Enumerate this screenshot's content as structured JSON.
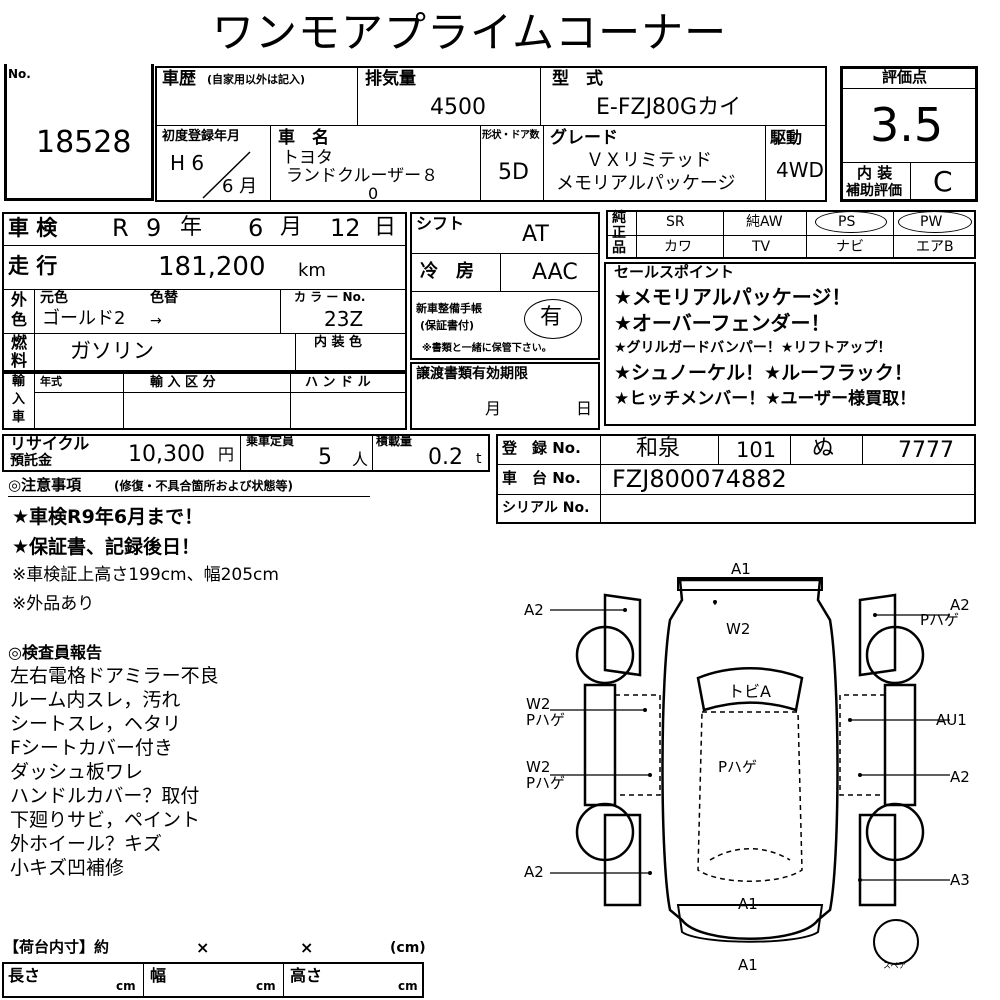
{
  "title": "ワンモアプライムコーナー",
  "header": {
    "no_label": "No.",
    "lot_number": "18528",
    "history_label": "車歴",
    "history_note": "(自家用以外は記入)",
    "displacement_label": "排気量",
    "displacement": "4500",
    "model_label": "型　式",
    "model_code": "E-FZJ80Gカイ",
    "first_reg_label": "初度登録年月",
    "first_reg_year": "H 6",
    "first_reg_month": "6 月",
    "car_name_label": "車　名",
    "maker": "トヨタ",
    "car_name_line1": "ランドクルーザー８",
    "car_name_line2": "0",
    "doors_label": "形状・ドア数",
    "doors": "5D",
    "grade_label": "グレード",
    "grade_line1": "ＶＸリミテッド",
    "grade_line2": "メモリアルパッケージ",
    "drive_label": "駆動",
    "drive": "4WD"
  },
  "evaluation": {
    "label": "評価点",
    "score": "3.5",
    "interior_label_1": "内 装",
    "interior_label_2": "補助評価",
    "interior": "C"
  },
  "inspection": {
    "label": "車 検",
    "era": "R",
    "year": "9",
    "year_unit": "年",
    "month": "6",
    "month_unit": "月",
    "day": "12",
    "day_unit": "日"
  },
  "shift": {
    "label": "シフト",
    "value": "AT"
  },
  "ac": {
    "label": "冷　房",
    "value": "AAC"
  },
  "mileage": {
    "label": "走 行",
    "value": "181,200",
    "unit": "km"
  },
  "color": {
    "side_label_1": "外",
    "side_label_2": "色",
    "original_label": "元色",
    "changed_label": "色替",
    "color_no_label": "カ ラ ー No.",
    "original_color": "ゴールド2",
    "arrow": "→",
    "color_no": "23Z"
  },
  "fuel": {
    "side_label_1": "燃",
    "side_label_2": "料",
    "value": "ガソリン",
    "interior_color_label": "内 装 色"
  },
  "manual": {
    "label_1": "新車整備手帳",
    "label_2": "(保証書付)",
    "value": "有",
    "note": "※書類と一緒に保管下さい。"
  },
  "import": {
    "side_label": "輸入車",
    "year_label": "年式",
    "division_label": "輸 入 区 分",
    "handle_label": "ハ ン ド ル"
  },
  "transfer": {
    "label": "譲渡書類有効期限",
    "month": "月",
    "day": "日"
  },
  "recycle": {
    "label_1": "リサイクル",
    "label_2": "預託金",
    "value": "10,300",
    "unit": "円",
    "capacity_label": "乗車定員",
    "capacity": "5",
    "capacity_unit": "人",
    "load_label": "積載量",
    "load": "0.2",
    "load_unit": "t"
  },
  "registration": {
    "reg_label": "登　録 No.",
    "reg_area": "和泉",
    "reg_class": "101",
    "reg_kana": "ぬ",
    "reg_number": "7777",
    "chassis_label": "車　台 No.",
    "chassis": "FZJ800074882",
    "serial_label": "シリアル No."
  },
  "equipment": {
    "side_label_1": "純",
    "side_label_2": "正",
    "side_label_3": "品",
    "row1": [
      "SR",
      "純AW",
      "PS",
      "PW"
    ],
    "row2": [
      "カワ",
      "TV",
      "ナビ",
      "エアB"
    ],
    "circled": [
      "PS",
      "PW"
    ]
  },
  "sales_points": {
    "label": "セールスポイント",
    "items": [
      "★メモリアルパッケージ！",
      "★オーバーフェンダー！",
      "★グリルガードバンパー！★リフトアップ！",
      "★シュノーケル！★ルーフラック！",
      "★ヒッチメンバー！★ユーザー様買取！"
    ]
  },
  "notes": {
    "label": "◎注意事項",
    "label_sub": "(修復・不具合箇所および状態等)",
    "items": [
      "★車検R9年6月まで！",
      "★保証書、記録後日！",
      "※車検証上高さ199cm、幅205cm",
      "※外品あり"
    ]
  },
  "inspector": {
    "label": "◎検査員報告",
    "items": [
      "左右電格ドアミラー不良",
      "ルーム内スレ，汚れ",
      "シートスレ，ヘタリ",
      "Fシートカバー付き",
      "ダッシュ板ワレ",
      "ハンドルカバー？取付",
      "下廻りサビ，ペイント",
      "外ホイール？キズ",
      "小キズ凹補修"
    ]
  },
  "cargo": {
    "label": "【荷台内寸】約",
    "x1": "×",
    "x2": "×",
    "unit": "(cm)",
    "length_label": "長さ",
    "width_label": "幅",
    "height_label": "高さ",
    "cm": "cm"
  },
  "diagram": {
    "front_top": "A1",
    "hood": "W2",
    "roof_front": "トビA",
    "roof": "Pハゲ",
    "rear": "A1",
    "rear_bottom": "A1",
    "spare": "スペア",
    "left_front": "A2",
    "left_door_front_1": "W2",
    "left_door_front_2": "Pハゲ",
    "left_door_rear_1": "W2",
    "left_door_rear_2": "Pハゲ",
    "left_rear": "A2",
    "right_front_1": "A2",
    "right_front_2": "Pハゲ",
    "right_door_front": "AU1",
    "right_door_rear": "A2",
    "right_rear": "A3"
  }
}
